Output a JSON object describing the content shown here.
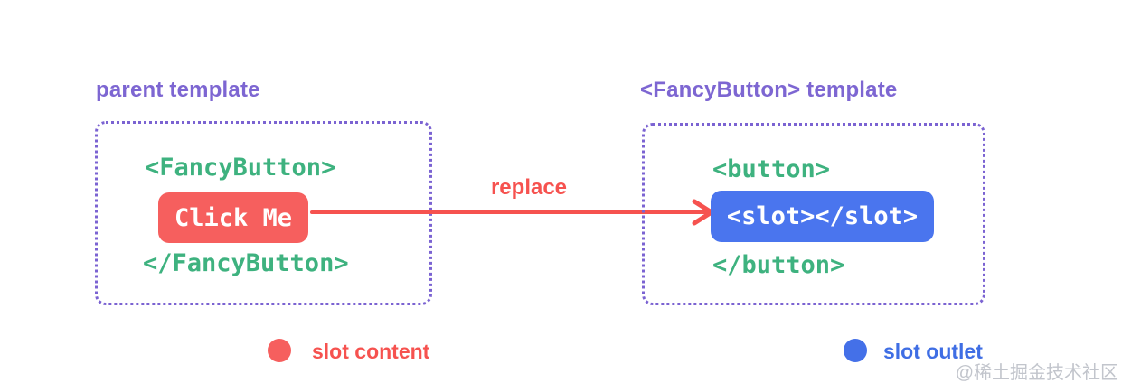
{
  "parent": {
    "title": "parent template",
    "open_tag": "<FancyButton>",
    "button_label": "Click Me",
    "close_tag": "</FancyButton>"
  },
  "fancy": {
    "title": "<FancyButton> template",
    "open_tag": "<button>",
    "slot_label": "<slot></slot>",
    "close_tag": "</button>"
  },
  "arrow_label": "replace",
  "legend": {
    "content_label": "slot content",
    "outlet_label": "slot outlet"
  },
  "watermark": "@稀土掘金技术社区",
  "colors": {
    "purple": "#7d66d2",
    "green": "#3eb27f",
    "red": "#f65f5e",
    "blue": "#4a75ee",
    "legend_blue": "#3f6ee4",
    "watermark_gray": "#c2c5cc"
  }
}
